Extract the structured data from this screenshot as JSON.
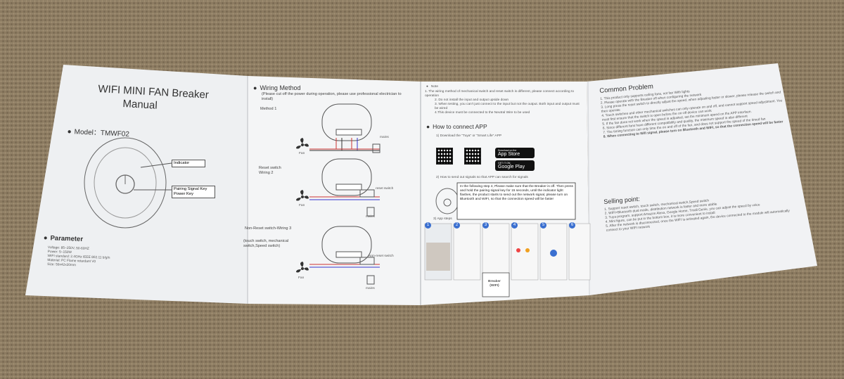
{
  "colors": {
    "carpet": "#8a7a62",
    "paper": "#f3f3f4",
    "ink": "#333333",
    "appstore_black": "#111111",
    "step_blue": "#3a6fd0"
  },
  "panel1": {
    "title_line1": "WIFI MINI FAN Breaker",
    "title_line2": "Manual",
    "model_label": "Model：TMWF02",
    "indicator_label": "Indicator",
    "key_label": "Pairing Signal Key\nPower Key",
    "parameter_heading": "Parameter",
    "params": [
      "Voltage:   85~250V, 50-60HZ",
      "Power:  5~150W",
      "WIFI standard:   2.4GHz IEEE 802.11 b/g/n",
      "Material:   PC Flame retardant V0",
      "Size:   59x42x20mm"
    ]
  },
  "panel2": {
    "heading": "Wiring Method",
    "intro": "(Please cut off the power during operation, please use professional electrician to install)",
    "method1": "Method 1",
    "reset_switch": "Reset switch\nWiring 2",
    "nonreset": "Non-Reset switch-Wiring 3",
    "touch_note": "(touch switch, mechanical switch,Speed switch)",
    "fan": "Fan",
    "mains": "mains",
    "reset_switch_tag": "reset switch",
    "nonreset_tag": "Non-reset switch"
  },
  "panel3": {
    "note_title": "Note",
    "notes": [
      "1. The wiring method of mechanical switch and reset switch is different, please connect according to operation",
      "2. Do not install the input and output upside down",
      "3. When testing, you can't just connect to the input but not the output. Both input and output must be wired",
      "4.This device must be connected to the Neutral Wire to be used"
    ],
    "connect_heading": "How to connect APP",
    "step1": "1) Download the \"Tuya\" or \"Smart Life\" APP",
    "appstore_small": "Download on the",
    "appstore": "App Store",
    "gplay_small": "GET IT ON",
    "gplay": "Google Play",
    "step2": "2) How to send out signals so that APP can search for signals",
    "step2_box": "In the following step 4,  Please make sure that the Breaker is off. Then press and hold the pairing signal key for 15 seconds,  until the indicator light flashes, the product starts to send out the network signal, please turn on Bluetooth and WIFI, so that the connection speed will be faster",
    "step3": "3) App steps",
    "breaker_label": "Breaker\n(WIFI)",
    "step_numbers": [
      "1",
      "2",
      "3",
      "4",
      "5",
      "6"
    ]
  },
  "panel4": {
    "heading": "Common Problem",
    "problems": [
      "1. This product only supports ceiling fans, not fan With lights",
      "2. Please operate with the Breaker off when configuring the network",
      "3. Long press the reset switch to directly adjust the speed, when adjusting faster or slower, please release the switch and then operate",
      "4. Touch switches and other mechanical switches can only operate on and off, and cannot support speed adjustment. You must first ensure that the switch is open before the on-off device can work",
      "5. If the fan does not work when the speed is adjusted, set the minimum speed on the APP interface.",
      "6. Since different fans have different compatibility and quality, the minimum speed is also different",
      "7. The timing function can only time the on and off of the fan, and does not support the speed of the timed fan",
      "8. When connecting to Wifi signal, please turn on Bluetooth and WIFI, so that the connection speed will be faster"
    ],
    "selling_heading": "Selling point:",
    "selling": [
      "1. Support reset switch, touch switch, mechanical switch,Speed switch",
      "2. WIFI+Bluetooth dual mode, distribution network is faster and more stable",
      "3. Tuya program, support Amazon Alexa, Google Home, Tmall Genie, you can adjust the speed by voice",
      "4. Mini figure, can be put in the bottom box, it is more convenient to install",
      "5. After the network is disconnected, once the WIFI is activated again, the device connected to the module will automatically connect to your WIFI network"
    ]
  }
}
